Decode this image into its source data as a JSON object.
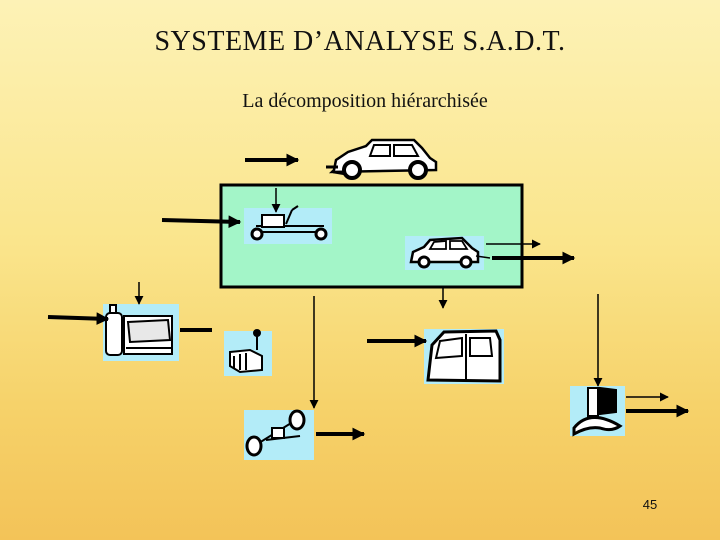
{
  "slide": {
    "title": "SYSTEME D’ANALYSE  S.A.D.T.",
    "subtitle": "La décomposition hiérarchisée",
    "page_number": "45"
  },
  "colors": {
    "main_box_fill": "#a3f5c8",
    "tile_fill": "#b3ecf8",
    "arrow": "#000000"
  },
  "icons": [
    "vintage-car-icon",
    "chassis-frame-icon",
    "car-body-icon",
    "engine-block-icon",
    "gearbox-icon",
    "axle-wheels-icon",
    "door-panel-icon",
    "seat-icon"
  ]
}
